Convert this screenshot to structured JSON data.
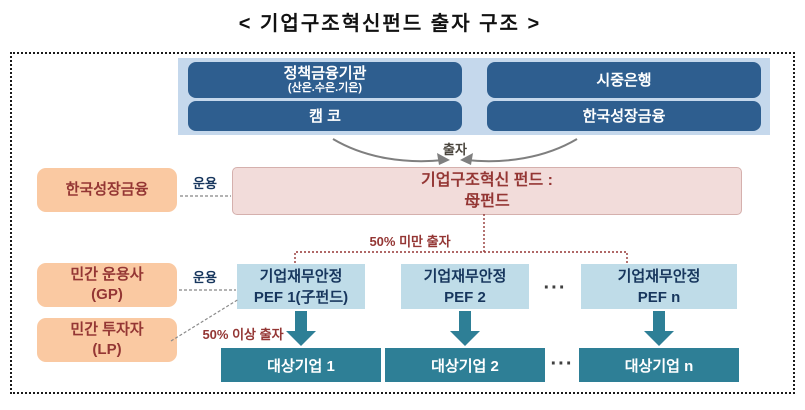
{
  "title": "<  기업구조혁신펀드 출자 구조  >",
  "colors": {
    "dark_blue": "#2e5e8f",
    "funder_group_bg": "#c5d8ec",
    "pef_blue": "#bfdce8",
    "teal": "#2e7f96",
    "orange": "#fac9a2",
    "pink": "#f2dcda",
    "dark_red": "#943634",
    "navy_text": "#17365d"
  },
  "funders": {
    "policy_org": {
      "name": "정책금융기관",
      "sub": "(산은.수은.기은)"
    },
    "kamco": {
      "name": "캠 코"
    },
    "banks": {
      "name": "시중은행"
    },
    "kgf": {
      "name": "한국성장금융"
    }
  },
  "labels": {
    "contribute": "출자",
    "manage_mother": "운용",
    "manage_pef": "운용",
    "under_50": "50% 미만 출자",
    "over_50": "50% 이상 출자",
    "dots_pef": "···",
    "dots_target": "···"
  },
  "mother_fund": {
    "line1": "기업구조혁신 펀드 :",
    "line2": "母펀드"
  },
  "side": {
    "kgf_manager": "한국성장금융",
    "gp_line1": "민간 운용사",
    "gp_line2": "(GP)",
    "lp_line1": "민간 투자자",
    "lp_line2": "(LP)"
  },
  "pef_funds": [
    {
      "line1": "기업재무안정",
      "line2": "PEF 1(子펀드)"
    },
    {
      "line1": "기업재무안정",
      "line2": "PEF 2"
    },
    {
      "line1": "기업재무안정",
      "line2": "PEF n"
    }
  ],
  "target_companies": [
    {
      "name": "대상기업 1"
    },
    {
      "name": "대상기업 2"
    },
    {
      "name": "대상기업 n"
    }
  ]
}
